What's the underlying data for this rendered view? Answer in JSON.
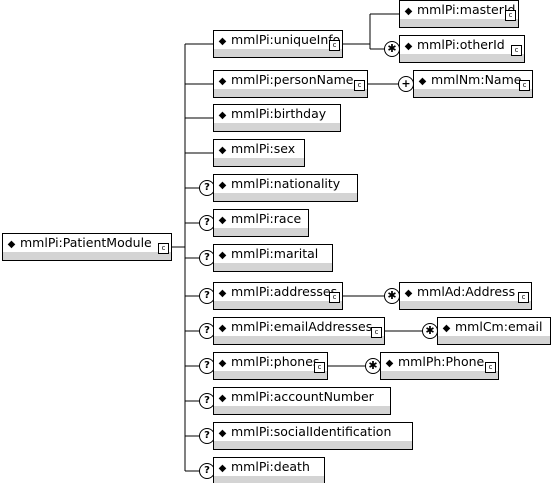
{
  "diagram": {
    "root": {
      "label": "mmlPi:PatientModule"
    },
    "glyphs": {
      "element": "◆",
      "complex_type": "c",
      "optional": "?",
      "many": "✱",
      "one_or_more": "+"
    },
    "children": [
      {
        "id": "uniqueInfo",
        "label": "mmlPi:uniqueInfo",
        "optional": false,
        "complex": true
      },
      {
        "id": "personName",
        "label": "mmlPi:personName",
        "optional": false,
        "complex": true
      },
      {
        "id": "birthday",
        "label": "mmlPi:birthday",
        "optional": false,
        "complex": false
      },
      {
        "id": "sex",
        "label": "mmlPi:sex",
        "optional": false,
        "complex": false
      },
      {
        "id": "nationality",
        "label": "mmlPi:nationality",
        "optional": true,
        "complex": false
      },
      {
        "id": "race",
        "label": "mmlPi:race",
        "optional": true,
        "complex": false
      },
      {
        "id": "marital",
        "label": "mmlPi:marital",
        "optional": true,
        "complex": false
      },
      {
        "id": "addresses",
        "label": "mmlPi:addresses",
        "optional": true,
        "complex": true
      },
      {
        "id": "emailAddresses",
        "label": "mmlPi:emailAddresses",
        "optional": true,
        "complex": true
      },
      {
        "id": "phones",
        "label": "mmlPi:phones",
        "optional": true,
        "complex": true
      },
      {
        "id": "accountNumber",
        "label": "mmlPi:accountNumber",
        "optional": true,
        "complex": false
      },
      {
        "id": "socialIdentification",
        "label": "mmlPi:socialIdentification",
        "optional": true,
        "complex": false
      },
      {
        "id": "death",
        "label": "mmlPi:death",
        "optional": true,
        "complex": false
      }
    ],
    "grandchildren": [
      {
        "id": "masterId",
        "parent": "uniqueInfo",
        "label": "mmlPi:masterId",
        "cardinality": "",
        "complex": true
      },
      {
        "id": "otherId",
        "parent": "uniqueInfo",
        "label": "mmlPi:otherId",
        "cardinality": "many",
        "complex": true
      },
      {
        "id": "Name",
        "parent": "personName",
        "label": "mmlNm:Name",
        "cardinality": "one_or_more",
        "complex": true
      },
      {
        "id": "Address",
        "parent": "addresses",
        "label": "mmlAd:Address",
        "cardinality": "many",
        "complex": true
      },
      {
        "id": "email",
        "parent": "emailAddresses",
        "label": "mmlCm:email",
        "cardinality": "many",
        "complex": false
      },
      {
        "id": "Phone",
        "parent": "phones",
        "label": "mmlPh:Phone",
        "cardinality": "many",
        "complex": true
      }
    ]
  }
}
